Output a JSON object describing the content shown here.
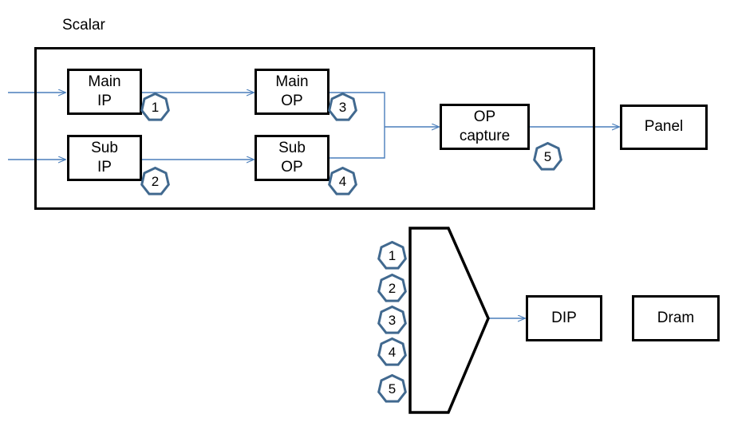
{
  "diagram": {
    "title_label": "Scalar",
    "accent_color": "#41698F",
    "line_color": "#4A7EBB",
    "stroke_color": "#000000",
    "background": "#FFFFFF"
  },
  "scalar_group": {
    "label": "Scalar",
    "blocks": [
      {
        "id": "main-ip",
        "line1": "Main",
        "line2": "IP",
        "badge": "1"
      },
      {
        "id": "sub-ip",
        "line1": "Sub",
        "line2": "IP",
        "badge": "2"
      },
      {
        "id": "main-op",
        "line1": "Main",
        "line2": "OP",
        "badge": "3"
      },
      {
        "id": "sub-op",
        "line1": "Sub",
        "line2": "OP",
        "badge": "4"
      },
      {
        "id": "op-capture",
        "line1": "OP",
        "line2": "capture",
        "badge": "5"
      }
    ]
  },
  "external_blocks": [
    {
      "id": "panel",
      "label": "Panel"
    },
    {
      "id": "dip",
      "label": "DIP"
    },
    {
      "id": "dram",
      "label": "Dram"
    }
  ],
  "mux": {
    "name": "mux-selector",
    "input_badges": [
      "1",
      "2",
      "3",
      "4",
      "5"
    ],
    "output_target": "DIP"
  },
  "connections": [
    {
      "from": "input-main",
      "to": "main-ip",
      "arrow": true
    },
    {
      "from": "input-sub",
      "to": "sub-ip",
      "arrow": true
    },
    {
      "from": "main-ip",
      "to": "main-op",
      "arrow": true
    },
    {
      "from": "sub-ip",
      "to": "sub-op",
      "arrow": true
    },
    {
      "from": "main-op",
      "to": "op-capture",
      "arrow": true
    },
    {
      "from": "sub-op",
      "to": "op-capture",
      "arrow": true
    },
    {
      "from": "op-capture",
      "to": "panel",
      "arrow": true
    },
    {
      "from": "mux",
      "to": "dip",
      "arrow": true
    }
  ]
}
